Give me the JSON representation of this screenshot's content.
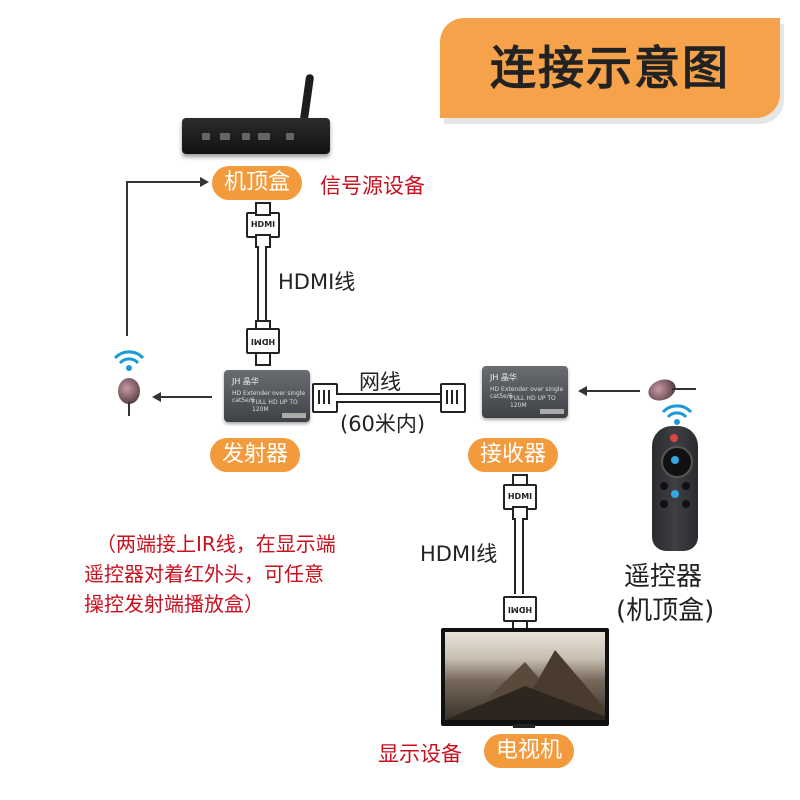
{
  "title": "连接示意图",
  "source": {
    "pill": "机顶盒",
    "desc": "信号源设备"
  },
  "hdmi_cable_top": {
    "label": "HDMI线",
    "plug_text": "HDMI"
  },
  "transmitter": {
    "pill": "发射器",
    "brand": "JH 晶华",
    "line1": "HD Extender over single cat5e/6",
    "line2": "FULL HD UP TO 120M"
  },
  "receiver": {
    "pill": "接收器",
    "brand": "JH 晶华",
    "line1": "HD Extender over single cat5e/6",
    "line2": "FULL HD UP TO 120M"
  },
  "network_cable": {
    "label": "网线",
    "distance": "(60米内)"
  },
  "hdmi_cable_bottom": {
    "label": "HDMI线",
    "plug_text": "HDMI"
  },
  "display": {
    "desc": "显示设备",
    "pill": "电视机"
  },
  "remote": {
    "line1": "遥控器",
    "line2": "(机顶盒)"
  },
  "note": {
    "line1": "（两端接上IR线，在显示端",
    "line2": "遥控器对着红外头，可任意",
    "line3": "操控发射端播放盒）"
  },
  "colors": {
    "accent": "#f39a3c",
    "title_bg": "#f5a24b",
    "note_red": "#c8101f"
  },
  "icons": [
    "set-top-box-icon",
    "wifi-signal-icon",
    "ir-receiver-icon",
    "remote-control-icon",
    "tv-icon"
  ]
}
